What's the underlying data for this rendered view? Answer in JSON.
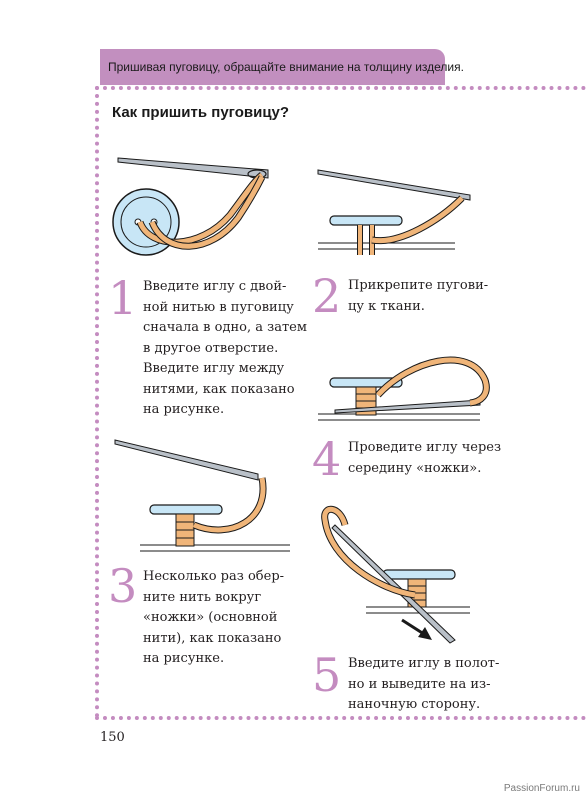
{
  "banner": {
    "text": "Пришивая пуговицу, обращайте внимание на толщину изделия."
  },
  "heading": "Как пришить пуговицу?",
  "steps": [
    {
      "number": "1",
      "text": "Введите иглу с двой-\nной нитью в пуговицу\nсначала в одно, а затем\nв другое отверстие.\nВведите иглу между\nнитями, как показано\nна рисунке."
    },
    {
      "number": "2",
      "text": "Прикрепите пугови-\nцу к ткани."
    },
    {
      "number": "3",
      "text": "Несколько раз обер-\nните нить вокруг\n«ножки» (основной\nнити), как показано\nна рисунке."
    },
    {
      "number": "4",
      "text": "Проведите иглу через\nсередину «ножки»."
    },
    {
      "number": "5",
      "text": "Введите иглу в полот-\nно и выведите на из-\nнаночную сторону."
    }
  ],
  "page_number": "150",
  "watermark": "PassionForum.ru",
  "colors": {
    "accent": "#c48cc0",
    "thread": "#f0b579",
    "button": "#c8e6f6",
    "needle": "#9aa3ad"
  }
}
